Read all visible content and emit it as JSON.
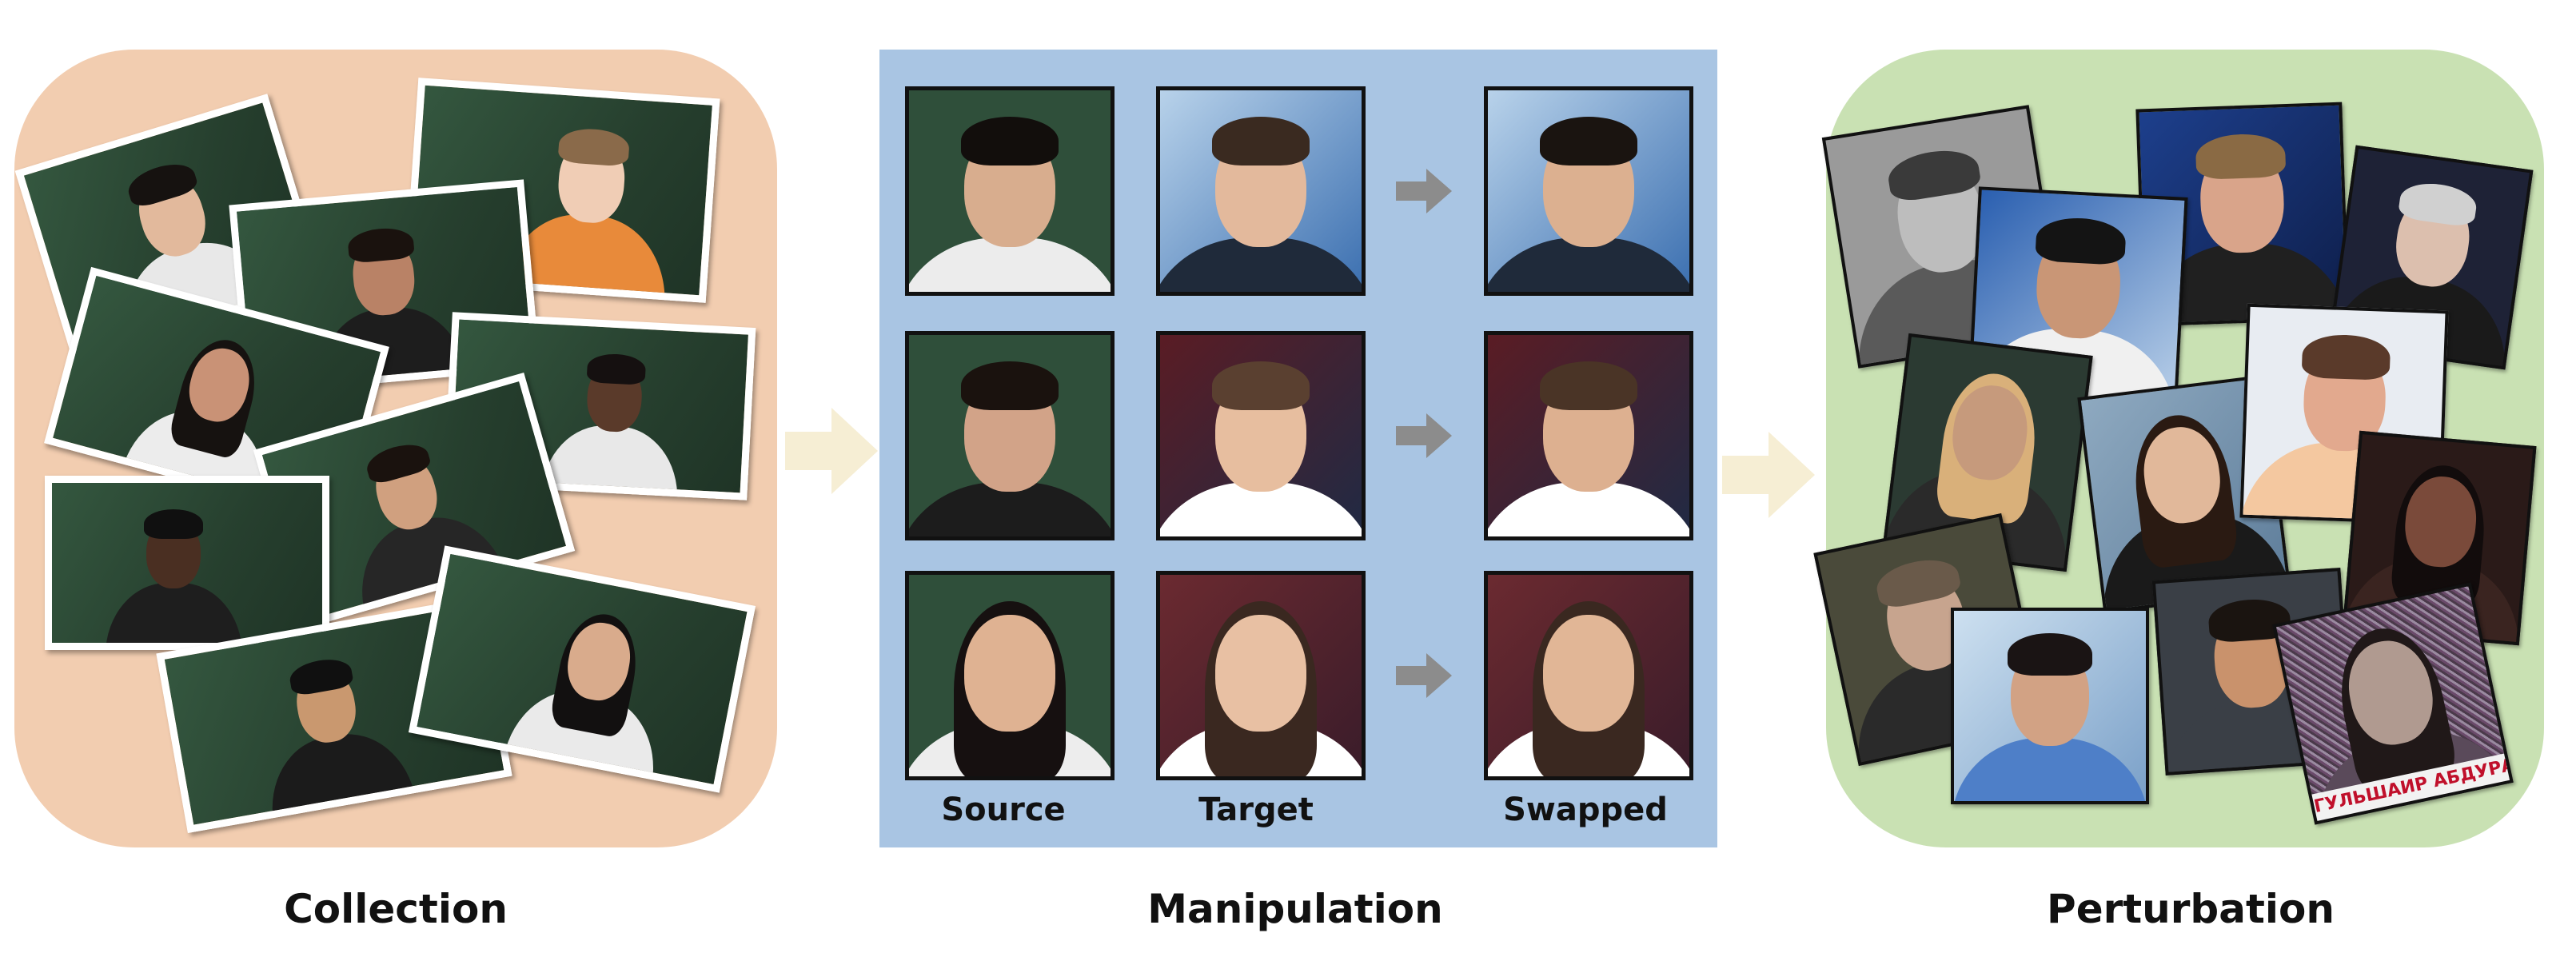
{
  "stages": {
    "collection": "Collection",
    "manipulation": "Manipulation",
    "perturbation": "Perturbation"
  },
  "columns": {
    "source": "Source",
    "target": "Target",
    "swapped": "Swapped"
  },
  "perturbation_caption": "ГУЛЬШАИР АБДУРАСУЛ",
  "colors": {
    "collection_bg": "#f2cdb0",
    "manipulation_bg": "#a9c5e3",
    "perturbation_bg": "#c9e1b3",
    "big_arrow": "#f6eed4",
    "small_arrow": "#8c8c8c",
    "studio_green": "#2f4f3a"
  }
}
